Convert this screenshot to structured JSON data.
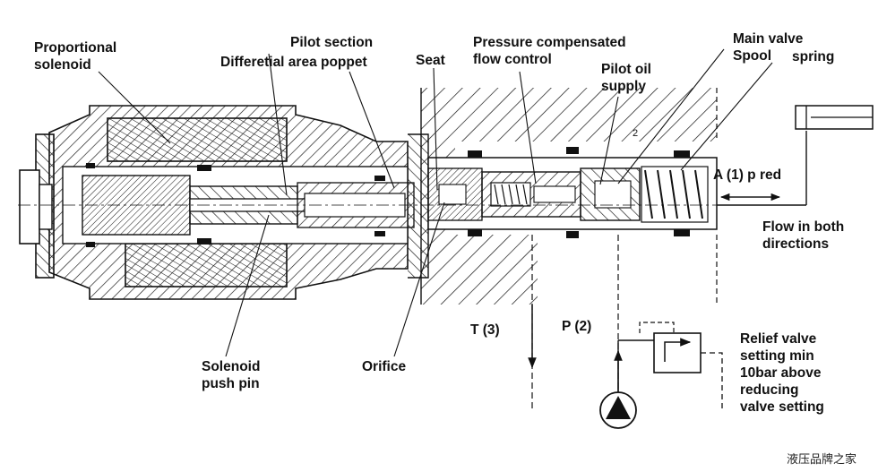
{
  "labels": {
    "proportional_solenoid": "Proportional\nsolenoid",
    "pilot_section": "Pilot  section",
    "differential_area_poppet": "Differetial area poppet",
    "seat": "Seat",
    "pressure_compensated_flow_control": "Pressure compensated\nflow control",
    "pilot_oil_supply": "Pilot oil\nsupply",
    "main_valve_spool": "Main valve\nSpool",
    "spring": "spring",
    "port_a": "A (1) p red",
    "flow_both_directions": "Flow in both\ndirections",
    "port_t": "T (3)",
    "port_p": "P (2)",
    "relief_valve_note": "Relief valve\nsetting min\n10bar above\nreducing\nvalve setting",
    "solenoid_push_pin": "Solenoid\npush pin",
    "orifice": "Orifice",
    "inner_mark": "2"
  },
  "watermark": "液压品牌之家",
  "colors": {
    "ink": "#111111",
    "background": "#ffffff"
  }
}
